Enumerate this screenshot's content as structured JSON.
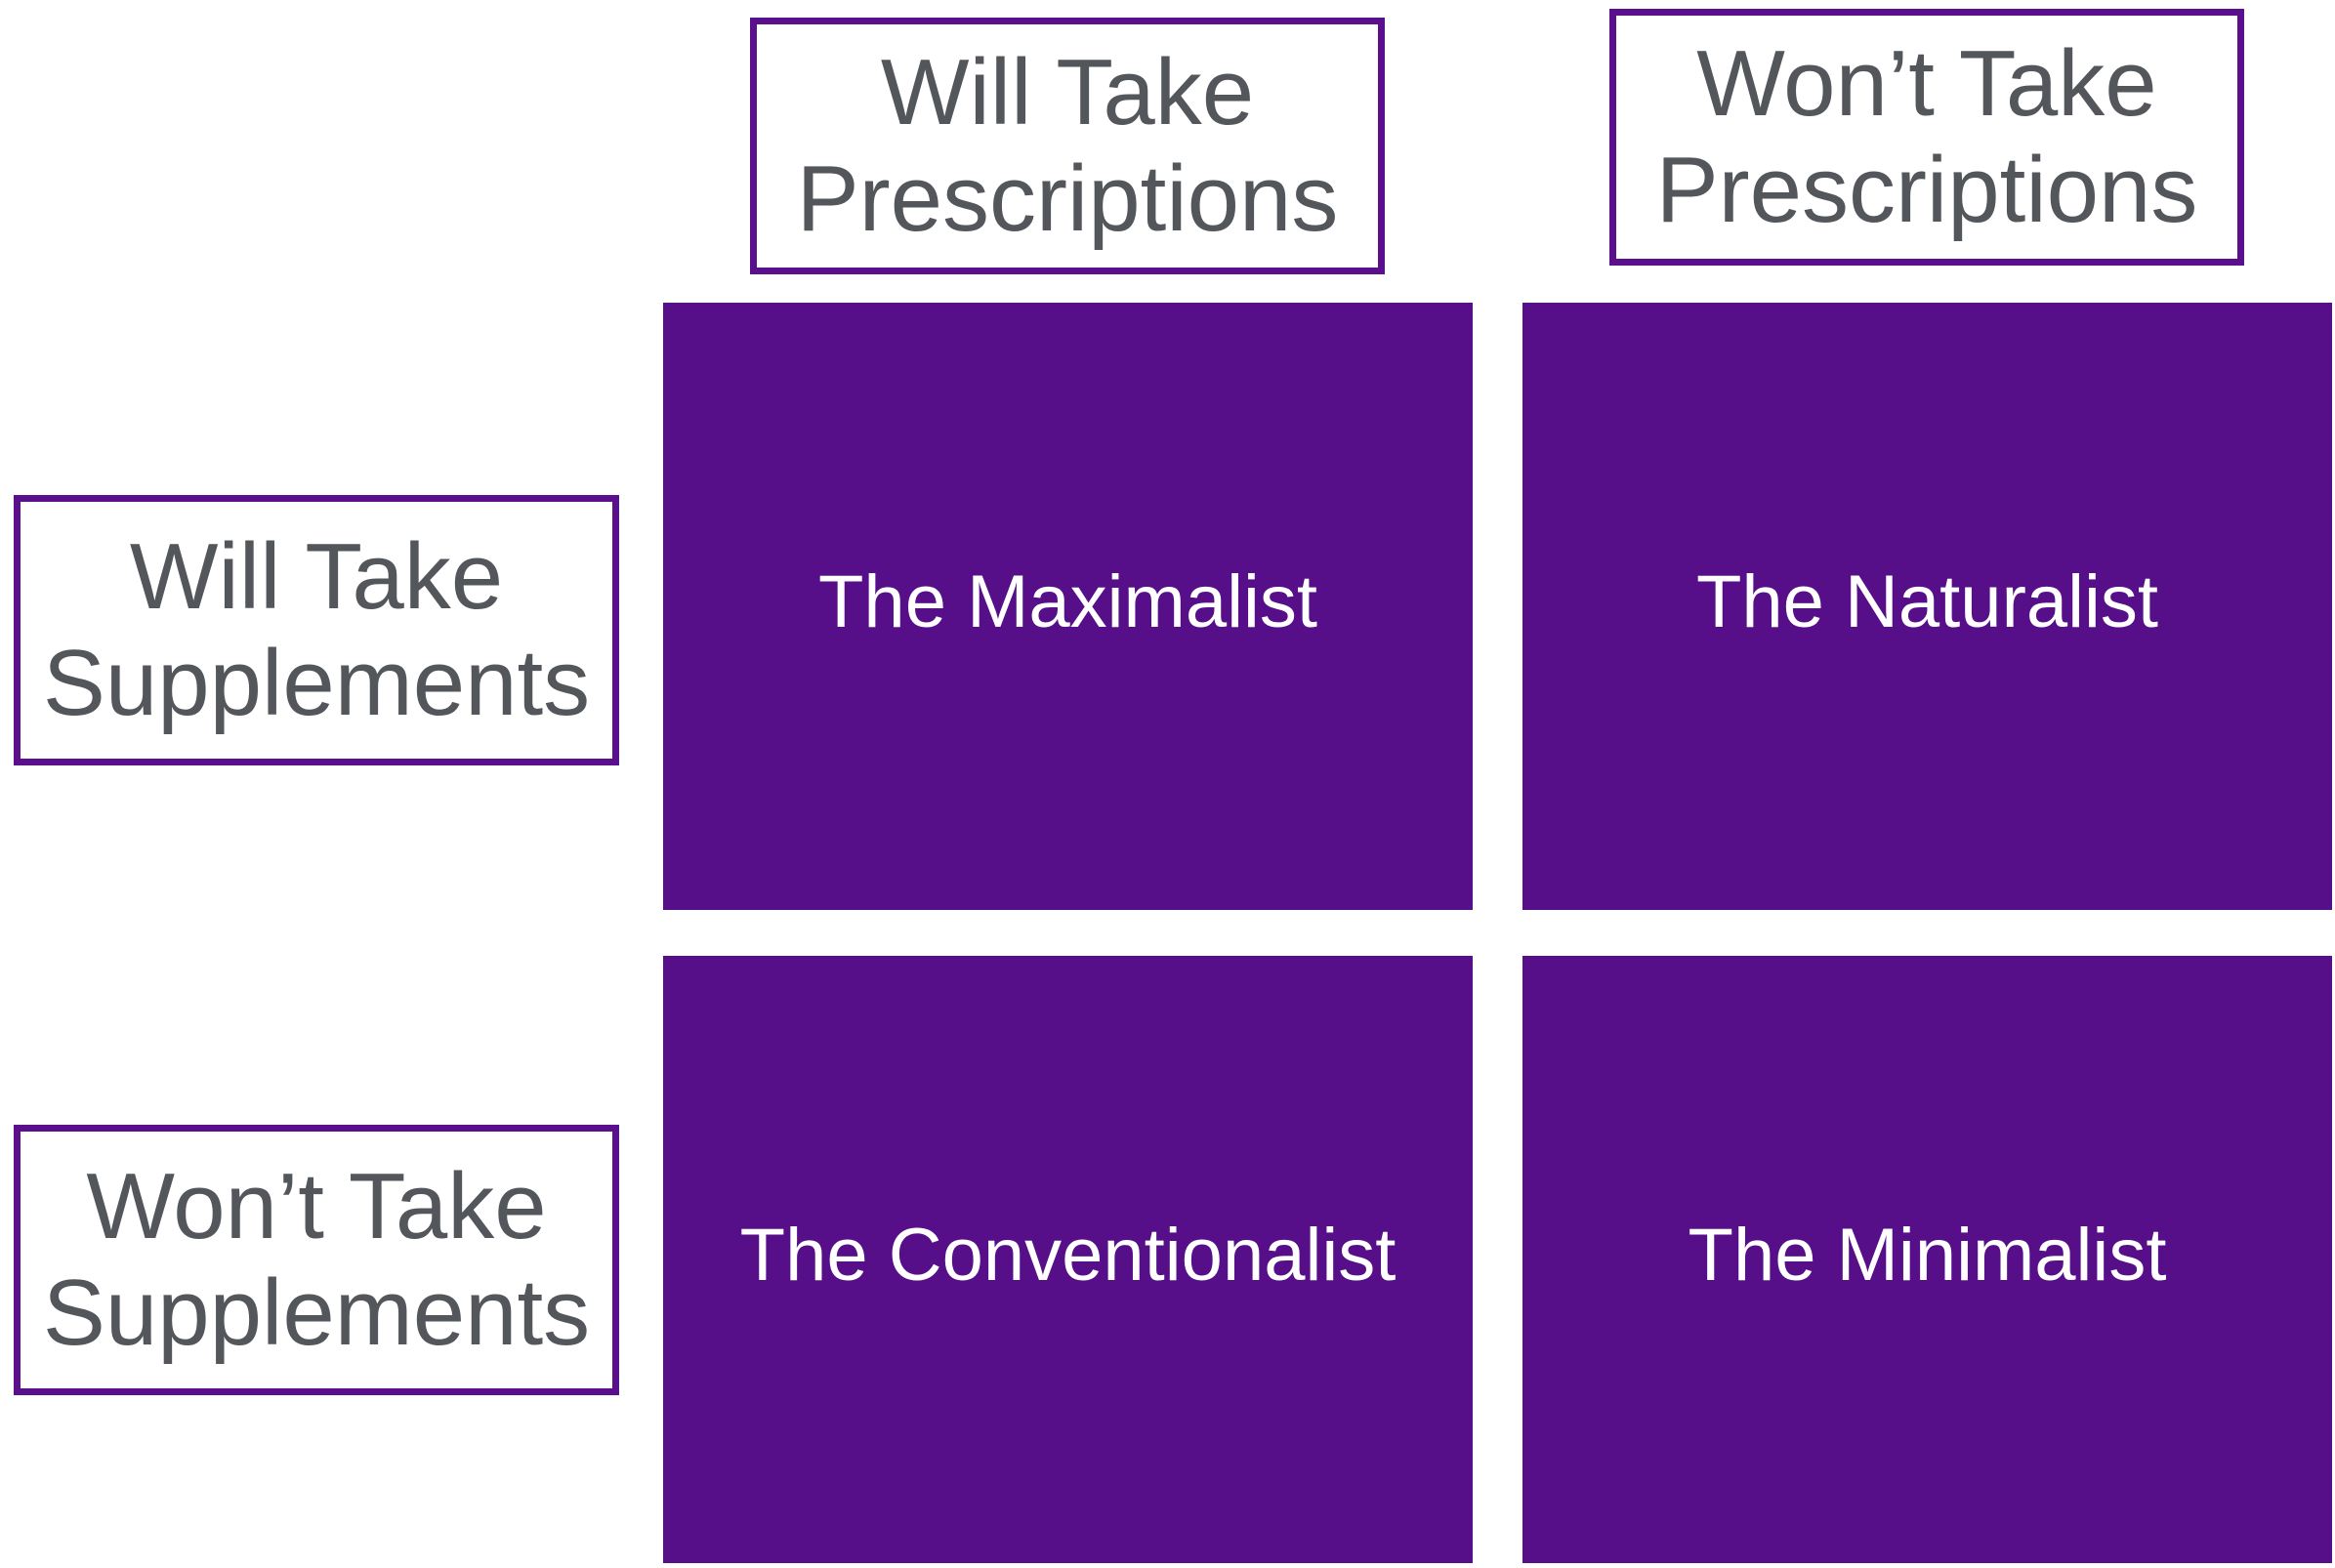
{
  "columns": [
    {
      "line1": "Will Take",
      "line2": "Prescriptions"
    },
    {
      "line1": "Won’t Take",
      "line2": "Prescriptions"
    }
  ],
  "rows": [
    {
      "line1": "Will Take",
      "line2": "Supplements"
    },
    {
      "line1": "Won’t Take",
      "line2": "Supplements"
    }
  ],
  "quadrants": {
    "top_left": "The Maximalist",
    "top_right": "The Naturalist",
    "bottom_left": "The Conventionalist",
    "bottom_right": "The Minimalist"
  },
  "colors": {
    "accent_purple": "#560e89",
    "border_purple": "#5a0f8c",
    "header_text": "#53565a",
    "quad_text": "#ffffff"
  }
}
